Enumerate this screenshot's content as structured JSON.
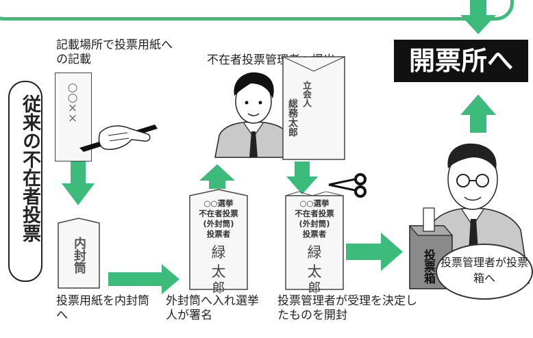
{
  "side_label": "従来の不在者投票",
  "destination": "開票所へ",
  "steps": {
    "write": "記載場所で投票用紙への記載",
    "inner": "投票用紙を内封筒へ",
    "outer": "外封筒へ入れ選挙人が署名",
    "submit": "不在者投票管理者へ提出",
    "accept": "投票管理者が受理を決定したものを開封"
  },
  "ballot_marks": [
    "○",
    "○",
    "×",
    "×"
  ],
  "inner_envelope_label": "内封筒",
  "outer_envelope": {
    "lines": [
      "○○選挙",
      "不在者投票",
      "(外封筒)",
      "投票者"
    ],
    "name_chars": [
      "緑",
      "太",
      "郎"
    ]
  },
  "witness_envelope": {
    "role": "立会人",
    "name": "総務太郎"
  },
  "ballot_box_label": "投票箱",
  "speech_bubble": "投票管理者が投票箱へ",
  "colors": {
    "arrow": "#3dbb7a",
    "badge": "#111111"
  }
}
